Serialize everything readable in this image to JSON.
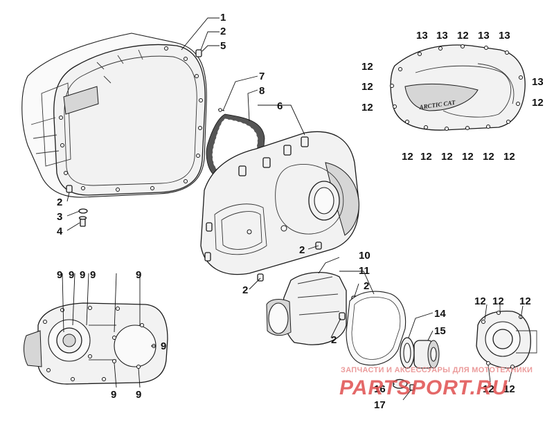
{
  "diagram": {
    "callouts": [
      "1",
      "2",
      "5",
      "7",
      "8",
      "6",
      "2",
      "3",
      "4",
      "2",
      "2",
      "13",
      "13",
      "12",
      "13",
      "13",
      "12",
      "12",
      "12",
      "13",
      "12",
      "12",
      "12",
      "12",
      "12",
      "12",
      "12",
      "9",
      "9",
      "9",
      "9",
      "9",
      "9",
      "9",
      "9",
      "10",
      "11",
      "2",
      "2",
      "14",
      "15",
      "16",
      "17",
      "12",
      "12",
      "12",
      "12",
      "12"
    ],
    "brand_label": "ARCTIC CAT",
    "watermark": {
      "text": "ЗАПЧАСТИ И АКСЕССУАРЫ ДЛЯ МОТОТЕХНИКИ",
      "logo": "PARTSPORT.RU"
    }
  }
}
